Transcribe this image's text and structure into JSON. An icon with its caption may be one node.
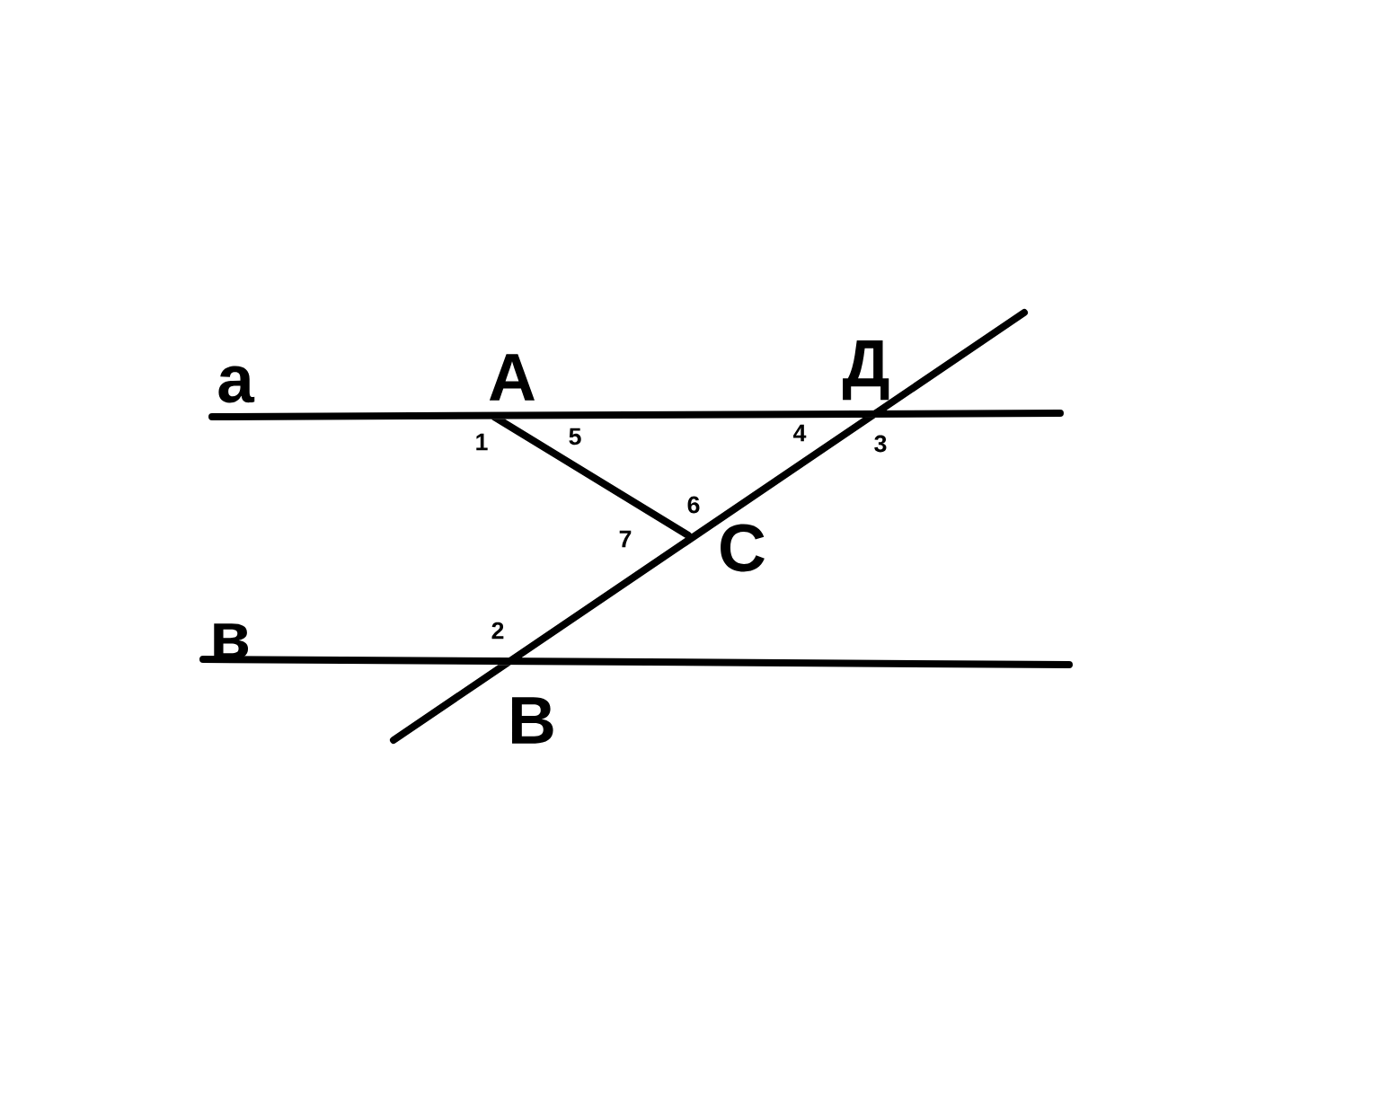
{
  "diagram": {
    "labels": [
      "a",
      "A",
      "Д",
      "1",
      "5",
      "4",
      "3",
      "6",
      "7",
      "C",
      "в",
      "2",
      "B"
    ]
  }
}
